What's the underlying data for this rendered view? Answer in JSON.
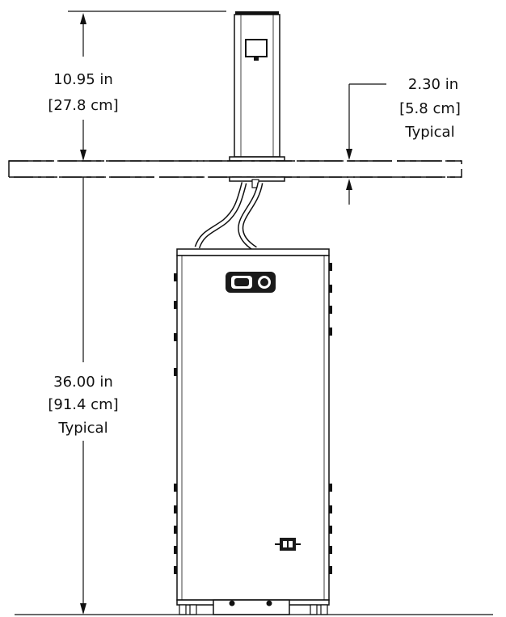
{
  "dimensions": {
    "top_height": {
      "value": "10.95 in",
      "metric": "[27.8 cm]"
    },
    "counter_thickness": {
      "value": "2.30 in",
      "metric": "[5.8 cm]",
      "note": "Typical"
    },
    "counter_height": {
      "value": "36.00 in",
      "metric": "[91.4 cm]",
      "note": "Typical"
    }
  },
  "colors": {
    "line": "#111111",
    "background": "#ffffff",
    "dark_part": "#1a1a1a"
  }
}
